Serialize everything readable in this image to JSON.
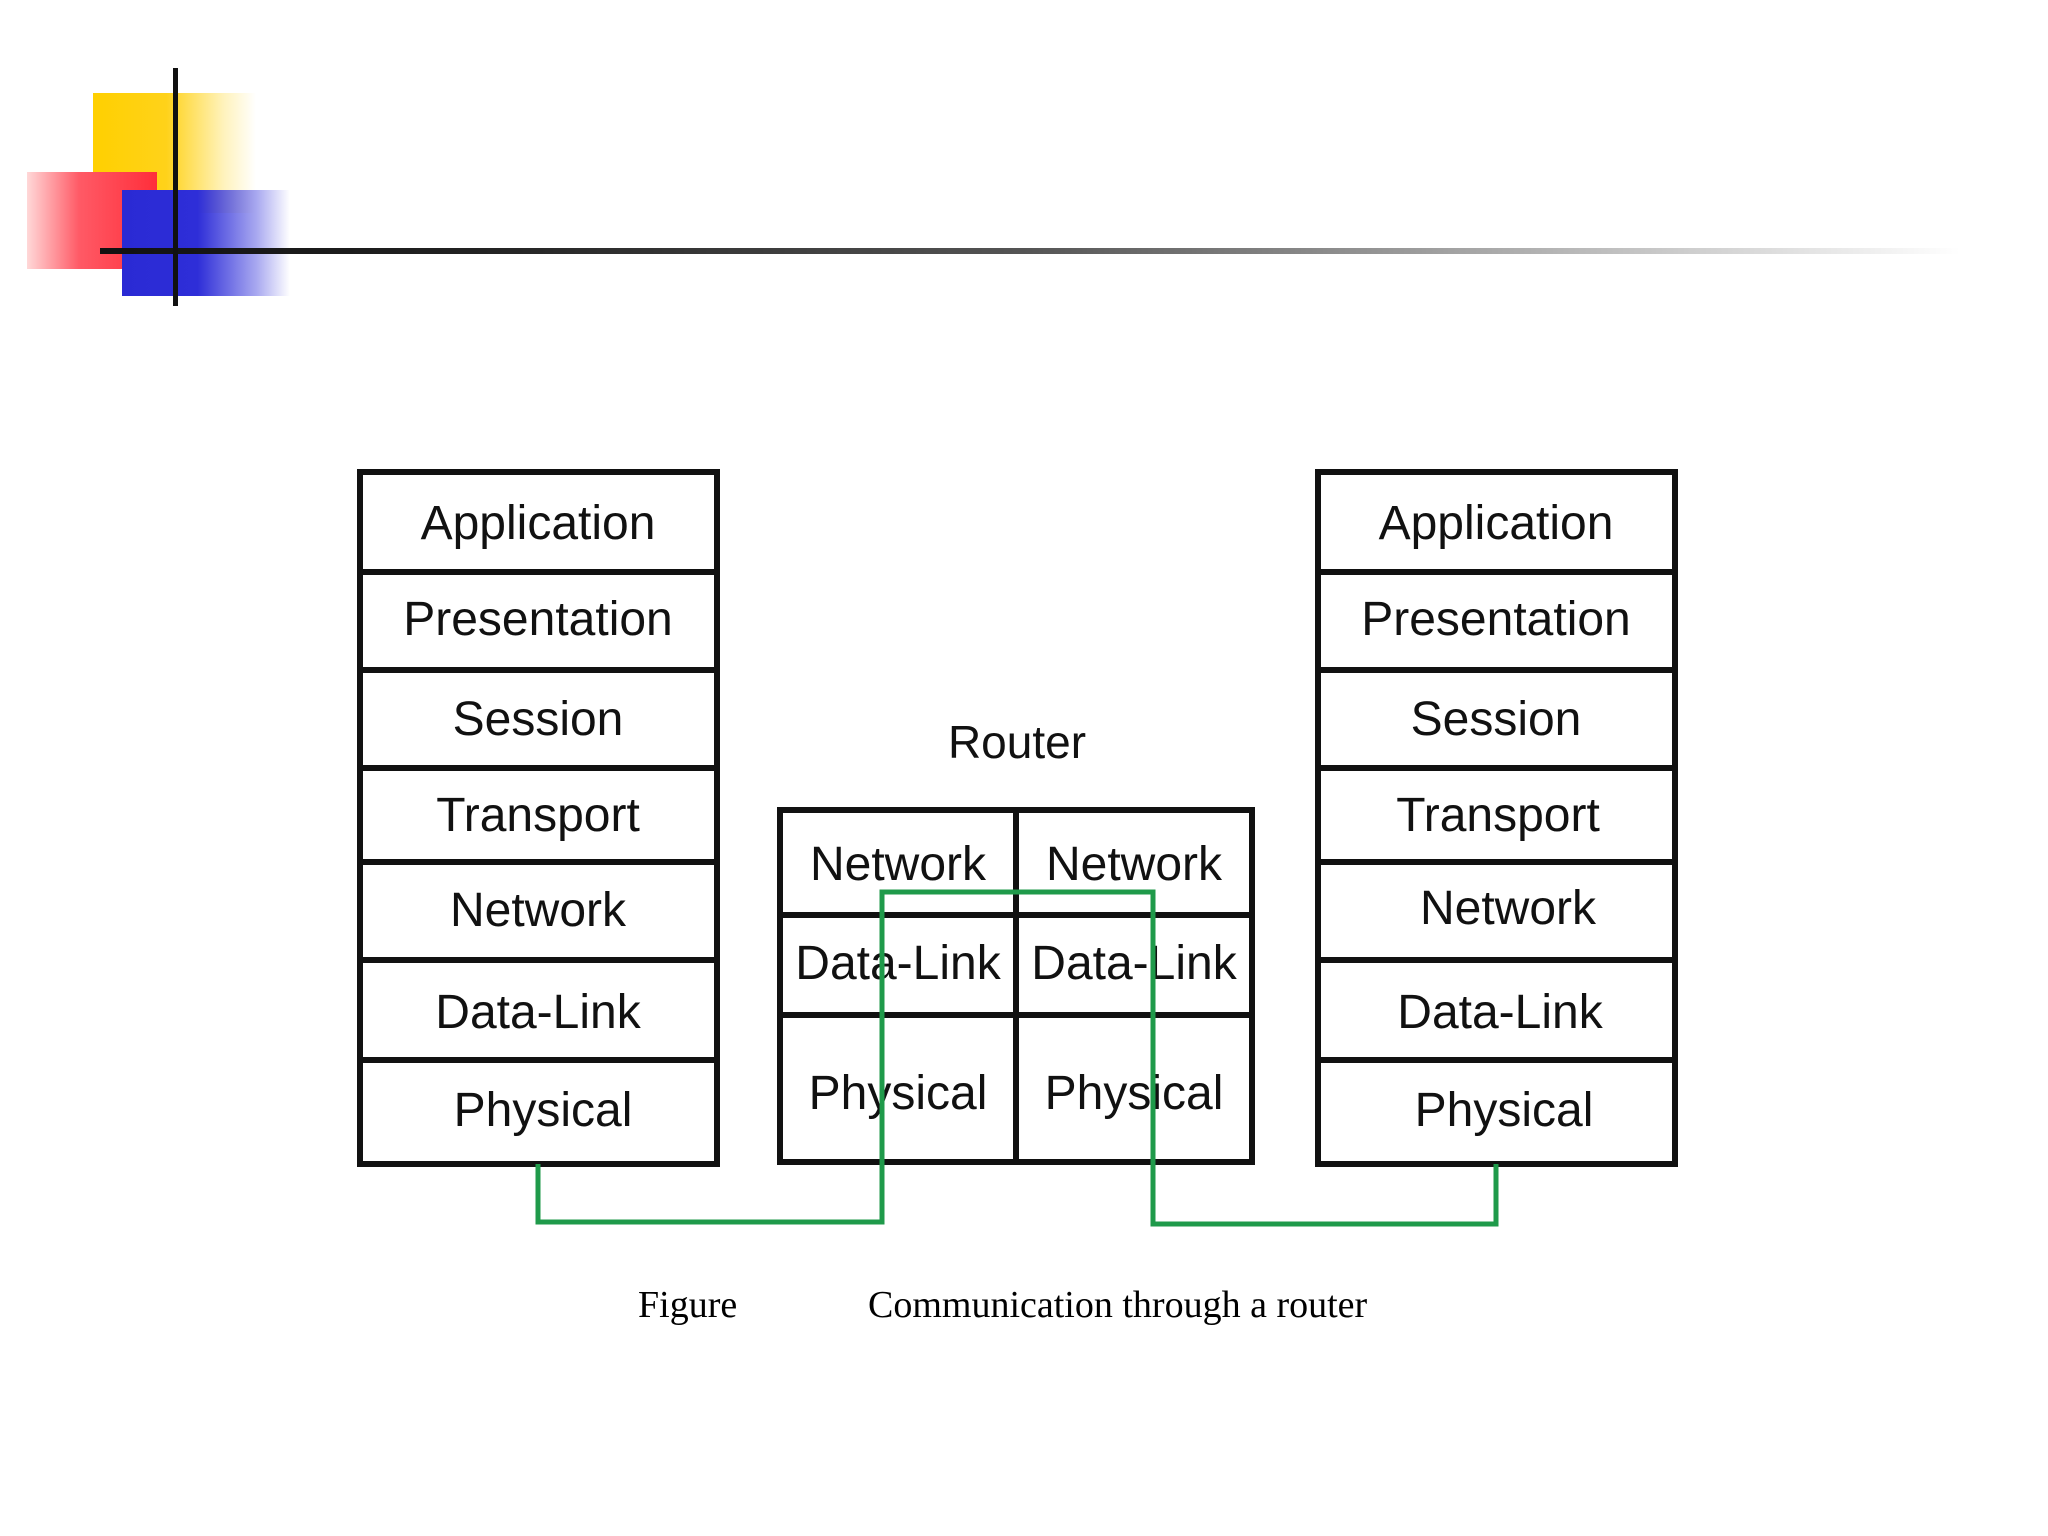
{
  "colors": {
    "accent_yellow": "#ffd000",
    "accent_red": "#ff2e3a",
    "accent_blue": "#2a2ad4",
    "path_green": "#1f9a4a",
    "box_border": "#111111"
  },
  "left_stack": {
    "layers": [
      "Application",
      "Presentation",
      "Session",
      "Transport",
      "Network",
      "Data-Link",
      "Physical"
    ]
  },
  "router": {
    "title": "Router",
    "left_column": [
      "Network",
      "Data-Link",
      "Physical"
    ],
    "right_column": [
      "Network",
      "Data-Link",
      "Physical"
    ]
  },
  "right_stack": {
    "layers": [
      "Application",
      "Presentation",
      "Session",
      "Transport",
      "Network",
      "Data-Link",
      "Physical"
    ]
  },
  "caption": {
    "label": "Figure",
    "text": "Communication through a router"
  }
}
